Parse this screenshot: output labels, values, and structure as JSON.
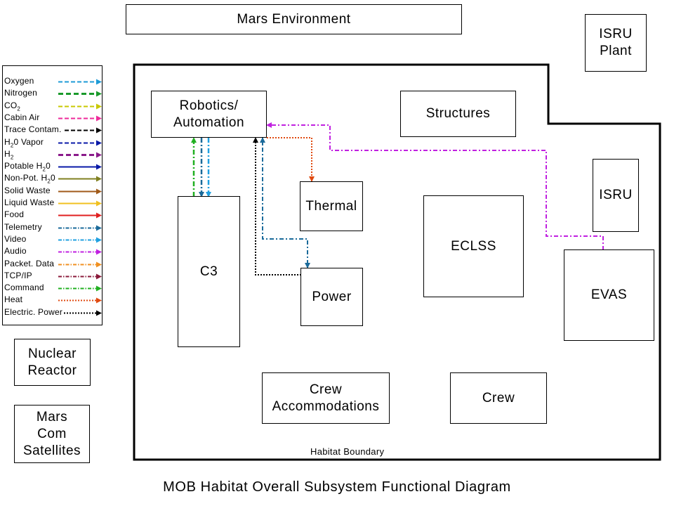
{
  "boxes": {
    "mars_environment": "Mars Environment",
    "isru_plant": "ISRU\nPlant",
    "robotics": "Robotics/\nAutomation",
    "structures": "Structures",
    "thermal": "Thermal",
    "isru": "ISRU",
    "c3": "C3",
    "eclss": "ECLSS",
    "power": "Power",
    "evas": "EVAS",
    "crew_accommodations": "Crew\nAccommodations",
    "crew": "Crew",
    "nuclear_reactor": "Nuclear\nReactor",
    "mars_com": "Mars\nCom\nSatellites"
  },
  "boundary_label": "Habitat Boundary",
  "caption": "MOB Habitat Overall Subsystem Functional Diagram",
  "legend": [
    {
      "label": "Oxygen",
      "sub": "",
      "after": "",
      "color": "#1E9BD7",
      "style": "dashed"
    },
    {
      "label": "Nitrogen",
      "sub": "",
      "after": "",
      "color": "#1A9A2B",
      "style": "dashed-bold"
    },
    {
      "label": "CO",
      "sub": "2",
      "after": "",
      "color": "#C8C800",
      "style": "dashed"
    },
    {
      "label": "Cabin Air",
      "sub": "",
      "after": "",
      "color": "#EE2A9A",
      "style": "dashed"
    },
    {
      "label": "Trace Contam.",
      "sub": "",
      "after": "",
      "color": "#000000",
      "style": "dashed"
    },
    {
      "label": "H",
      "sub": "2",
      "after": "0 Vapor",
      "color": "#0A1AA8",
      "style": "dashed"
    },
    {
      "label": "H",
      "sub": "2",
      "after": "",
      "color": "#8A1A8A",
      "style": "dashed-bold"
    },
    {
      "label": "Potable H",
      "sub": "2",
      "after": "0",
      "color": "#0A1AA8",
      "style": "solid"
    },
    {
      "label": "Non-Pot. H",
      "sub": "2",
      "after": "0",
      "color": "#808020",
      "style": "solid"
    },
    {
      "label": "Solid Waste",
      "sub": "",
      "after": "",
      "color": "#A05A1A",
      "style": "solid"
    },
    {
      "label": "Liquid Waste",
      "sub": "",
      "after": "",
      "color": "#F0C020",
      "style": "solid"
    },
    {
      "label": "Food",
      "sub": "",
      "after": "",
      "color": "#E02020",
      "style": "solid"
    },
    {
      "label": "Telemetry",
      "sub": "",
      "after": "",
      "color": "#1A6A9A",
      "style": "dashdot"
    },
    {
      "label": "Video",
      "sub": "",
      "after": "",
      "color": "#20A0E0",
      "style": "dashdot"
    },
    {
      "label": "Audio",
      "sub": "",
      "after": "",
      "color": "#C020E0",
      "style": "dashdot"
    },
    {
      "label": "Packet. Data",
      "sub": "",
      "after": "",
      "color": "#F09020",
      "style": "dashdot"
    },
    {
      "label": "TCP/IP",
      "sub": "",
      "after": "",
      "color": "#8A1A3A",
      "style": "dashdot"
    },
    {
      "label": "Command",
      "sub": "",
      "after": "",
      "color": "#20B020",
      "style": "dashdot"
    },
    {
      "label": "Heat",
      "sub": "",
      "after": "",
      "color": "#E04A10",
      "style": "dotted"
    },
    {
      "label": "Electric. Power",
      "sub": "",
      "after": "",
      "color": "#000000",
      "style": "dotted"
    }
  ]
}
